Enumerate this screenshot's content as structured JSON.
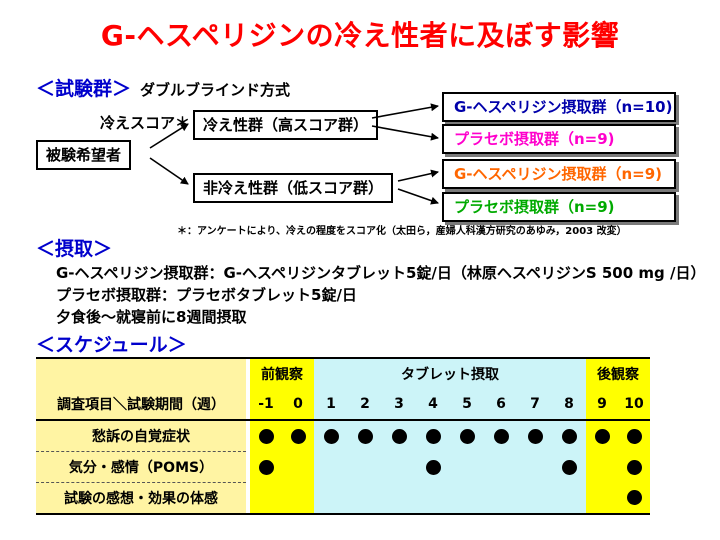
{
  "title": "G-ヘスペリジンの冷え性者に及ぼす影響",
  "design": {
    "section_label": "＜試験群＞",
    "method": "ダブルブラインド方式",
    "score_label": "冷えスコア＊",
    "candidates": "被験希望者",
    "group_high": "冷え性群（高スコア群）",
    "group_low": "非冷え性群（低スコア群）",
    "subgroups": [
      {
        "label": "G-ヘスペリジン摂取群（n=10)",
        "color": "#0000aa"
      },
      {
        "label": "プラセボ摂取群（n=9)",
        "color": "#ff00cc"
      },
      {
        "label": "G-ヘスペリジン摂取群（n=9)",
        "color": "#ff6600"
      },
      {
        "label": "プラセボ摂取群（n=9)",
        "color": "#00aa00"
      }
    ],
    "footnote": "＊：アンケートにより、冷えの程度をスコア化（太田ら，産婦人科漢方研究のあゆみ，2003 改変）"
  },
  "intake": {
    "section_label": "＜摂取＞",
    "lines": [
      "G-ヘスペリジン摂取群：G-ヘスペリジンタブレット5錠/日（林原ヘスペリジンS 500 mg /日）",
      "プラセボ摂取群：プラセボタブレット5錠/日",
      "夕食後～就寝前に8週間摂取"
    ]
  },
  "schedule": {
    "section_label": "＜スケジュール＞",
    "phases": [
      "前観察",
      "タブレット摂取",
      "後観察"
    ],
    "header_label": "調査項目＼試験期間（週）",
    "weeks": [
      "-1",
      "0",
      "1",
      "2",
      "3",
      "4",
      "5",
      "6",
      "7",
      "8",
      "9",
      "10"
    ],
    "rows": [
      {
        "label": "愁訴の自覚症状",
        "marks": [
          1,
          1,
          1,
          1,
          1,
          1,
          1,
          1,
          1,
          1,
          1,
          1
        ]
      },
      {
        "label": "気分・感情（POMS）",
        "marks": [
          1,
          0,
          0,
          0,
          0,
          1,
          0,
          0,
          0,
          1,
          0,
          1
        ]
      },
      {
        "label": "試験の感想・効果の体感",
        "marks": [
          0,
          0,
          0,
          0,
          0,
          0,
          0,
          0,
          0,
          0,
          0,
          1
        ]
      }
    ]
  }
}
